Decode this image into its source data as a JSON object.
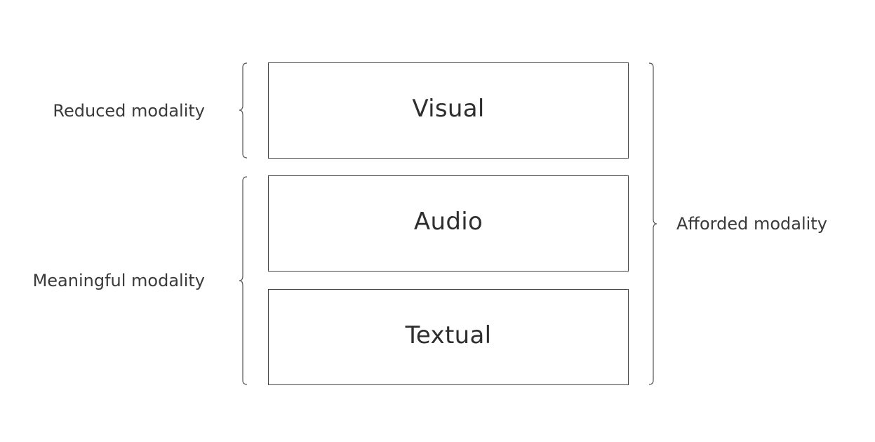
{
  "layers": [
    {
      "id": "visual",
      "label": "Visual"
    },
    {
      "id": "audio",
      "label": "Audio"
    },
    {
      "id": "textual",
      "label": "Textual"
    }
  ],
  "brackets": {
    "reduced": "Reduced modality",
    "meaningful": "Meaningful modality",
    "afforded": "Afforded modality"
  }
}
